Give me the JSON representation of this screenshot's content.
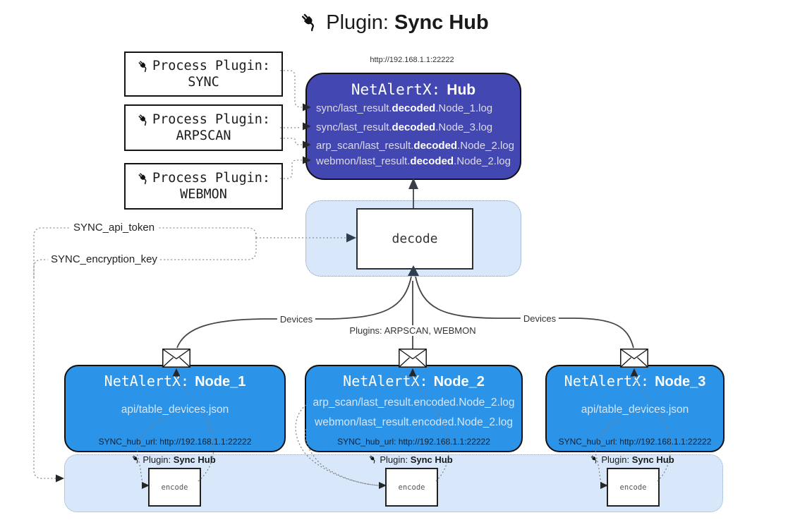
{
  "title": {
    "prefix": "Plugin:",
    "name": "Sync Hub"
  },
  "hub": {
    "url": "http://192.168.1.1:22222",
    "title_prefix": "NetAlertX:",
    "title_name": "Hub",
    "logs": [
      {
        "pre": "sync/last_result.",
        "bold": "decoded",
        "post": ".Node_1.log"
      },
      {
        "pre": "sync/last_result.",
        "bold": "decoded",
        "post": ".Node_3.log"
      },
      {
        "pre": "arp_scan/last_result.",
        "bold": "decoded",
        "post": ".Node_2.log"
      },
      {
        "pre": "webmon/last_result.",
        "bold": "decoded",
        "post": ".Node_2.log"
      }
    ]
  },
  "process_plugins": [
    {
      "label": "Process Plugin:",
      "name": "SYNC"
    },
    {
      "label": "Process Plugin:",
      "name": "ARPSCAN"
    },
    {
      "label": "Process Plugin:",
      "name": "WEBMON"
    }
  ],
  "decode": {
    "label": "decode"
  },
  "settings": {
    "api_token": "SYNC_api_token",
    "encryption_key": "SYNC_encryption_key"
  },
  "edges": {
    "devices": "Devices",
    "plugins": "Plugins: ARPSCAN, WEBMON"
  },
  "nodes": [
    {
      "title_prefix": "NetAlertX:",
      "title_name": "Node_1",
      "files": [
        "api/table_devices.json"
      ],
      "hub_url": "SYNC_hub_url: http://192.168.1.1:22222"
    },
    {
      "title_prefix": "NetAlertX:",
      "title_name": "Node_2",
      "files": [
        "arp_scan/last_result.encoded.Node_2.log",
        "webmon/last_result.encoded.Node_2.log"
      ],
      "hub_url": "SYNC_hub_url: http://192.168.1.1:22222"
    },
    {
      "title_prefix": "NetAlertX:",
      "title_name": "Node_3",
      "files": [
        "api/table_devices.json"
      ],
      "hub_url": "SYNC_hub_url: http://192.168.1.1:22222"
    }
  ],
  "encode": {
    "plugin_prefix": "Plugin:",
    "plugin_name": "Sync Hub",
    "label": "encode"
  },
  "colors": {
    "hub_bg": "#4347B2",
    "node_bg": "#2B93E8",
    "panel_bg": "#D8E8FA",
    "arrow_accent": "#2C3E50"
  }
}
